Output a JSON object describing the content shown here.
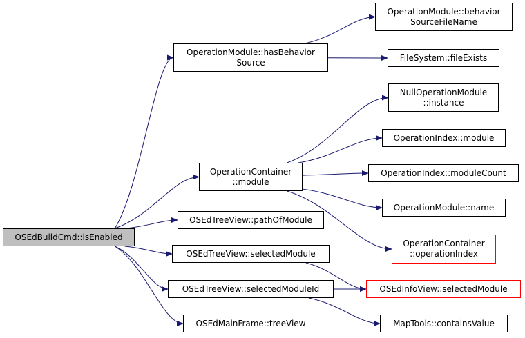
{
  "colors": {
    "edge": "#191970",
    "node_border": "#000000",
    "highlight_border": "#ff0000",
    "root_fill": "#bfbfbf"
  },
  "nodes": {
    "root": {
      "line1": "OSEdBuildCmd::isEnabled"
    },
    "has_behavior_source": {
      "line1": "OperationModule::hasBehavior",
      "line2": "Source"
    },
    "behavior_source_file_name": {
      "line1": "OperationModule::behavior",
      "line2": "SourceFileName"
    },
    "file_exists": {
      "line1": "FileSystem::fileExists"
    },
    "null_operation_module_instance": {
      "line1": "NullOperationModule",
      "line2": "::instance"
    },
    "operation_container_module": {
      "line1": "OperationContainer",
      "line2": "::module"
    },
    "operation_index_module": {
      "line1": "OperationIndex::module"
    },
    "operation_index_module_count": {
      "line1": "OperationIndex::moduleCount"
    },
    "operation_module_name": {
      "line1": "OperationModule::name"
    },
    "operation_container_operation_index": {
      "line1": "OperationContainer",
      "line2": "::operationIndex"
    },
    "path_of_module": {
      "line1": "OSEdTreeView::pathOfModule"
    },
    "tree_selected_module": {
      "line1": "OSEdTreeView::selectedModule"
    },
    "info_selected_module": {
      "line1": "OSEdInfoView::selectedModule"
    },
    "selected_module_id": {
      "line1": "OSEdTreeView::selectedModuleId"
    },
    "contains_value": {
      "line1": "MapTools::containsValue"
    },
    "tree_view": {
      "line1": "OSEdMainFrame::treeView"
    }
  },
  "edges": [
    [
      "root",
      "has_behavior_source"
    ],
    [
      "root",
      "operation_container_module"
    ],
    [
      "root",
      "path_of_module"
    ],
    [
      "root",
      "tree_selected_module"
    ],
    [
      "root",
      "selected_module_id"
    ],
    [
      "root",
      "tree_view"
    ],
    [
      "has_behavior_source",
      "behavior_source_file_name"
    ],
    [
      "has_behavior_source",
      "file_exists"
    ],
    [
      "operation_container_module",
      "null_operation_module_instance"
    ],
    [
      "operation_container_module",
      "operation_index_module"
    ],
    [
      "operation_container_module",
      "operation_index_module_count"
    ],
    [
      "operation_container_module",
      "operation_module_name"
    ],
    [
      "operation_container_module",
      "operation_container_operation_index"
    ],
    [
      "tree_selected_module",
      "info_selected_module"
    ],
    [
      "selected_module_id",
      "info_selected_module"
    ],
    [
      "selected_module_id",
      "contains_value"
    ]
  ]
}
